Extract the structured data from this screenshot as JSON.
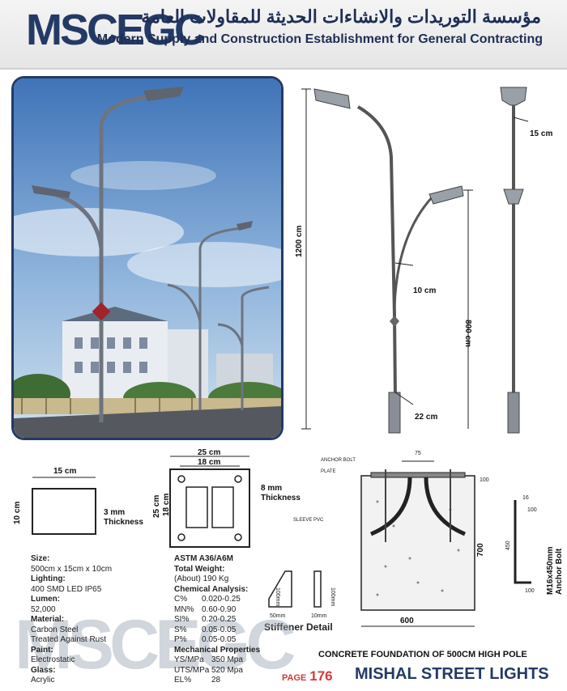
{
  "header": {
    "logo": "MSCEGC",
    "arabic_name": "مؤسسة التوريدات والانشاءات الحديثة للمقاولات العامة",
    "english_name": "Modern Supply and Construction Establishment for General Contracting"
  },
  "pole_drawing": {
    "height_total": "1200 cm",
    "height_secondary": "800 cm",
    "top_diameter": "15 cm",
    "mid_diameter": "10 cm",
    "base_diameter": "22 cm"
  },
  "plate_small": {
    "width": "15 cm",
    "height": "10 cm",
    "thickness": "3 mm",
    "thickness_label": "Thickness"
  },
  "plate_base": {
    "outer_width": "25 cm",
    "inner_width": "18 cm",
    "outer_height": "25 cm",
    "inner_height": "18 cm",
    "thickness": "8 mm",
    "thickness_label": "Thickness"
  },
  "foundation": {
    "anchor_bolt": "ANCHOR BOLT",
    "plate": "PLATE",
    "sleeve": "SLEEVE PVC",
    "dim_top": "75",
    "dim_side": "100",
    "height": "700",
    "width": "600",
    "title": "CONCRETE FOUNDATION OF 500CM HIGH POLE"
  },
  "anchor_bolt": {
    "label": "M16x450mm Anchor Bolt",
    "d16": "16",
    "d100a": "100",
    "d450": "450",
    "d100b": "100"
  },
  "stiffener": {
    "title": "Stiffener Detail",
    "h1": "100mm",
    "w1": "50mm",
    "h2": "100mm",
    "w2": "10mm"
  },
  "specs_left": [
    {
      "label": "Size:",
      "value": "500cm x 15cm x 10cm"
    },
    {
      "label": "Lighting:",
      "value": "400 SMD LED IP65"
    },
    {
      "label": "Lumen:",
      "value": "52,000"
    },
    {
      "label": "Material:",
      "value": "Carbon Steel"
    },
    {
      "label": "",
      "value": "Treated Against Rust"
    },
    {
      "label": "Paint:",
      "value": "Electrostatic"
    },
    {
      "label": "Glass:",
      "value": "Acrylic"
    }
  ],
  "specs_right": {
    "standard": "ASTM A36/A6M",
    "weight_label": "Total Weight:",
    "weight_value": "(About) 190 Kg",
    "chem_label": "Chemical Analysis:",
    "chem": [
      {
        "k": "C%",
        "v": "0.020-0.25"
      },
      {
        "k": "MN%",
        "v": "0.60-0.90"
      },
      {
        "k": "SI%",
        "v": "0.20-0.25"
      },
      {
        "k": "S%",
        "v": "0.05-0.05"
      },
      {
        "k": "P%",
        "v": "0.05-0.05"
      }
    ],
    "mech_label": "Mechanical Properties",
    "mech": [
      {
        "k": "YS/MPa",
        "v": "350 Mpa"
      },
      {
        "k": "UTS/MPa",
        "v": "520 Mpa"
      },
      {
        "k": "EL%",
        "v": "28"
      }
    ]
  },
  "footer": {
    "page_label": "PAGE",
    "page_number": "176",
    "brand": "MISHAL STREET LIGHTS",
    "watermark": "MSCEGC"
  }
}
